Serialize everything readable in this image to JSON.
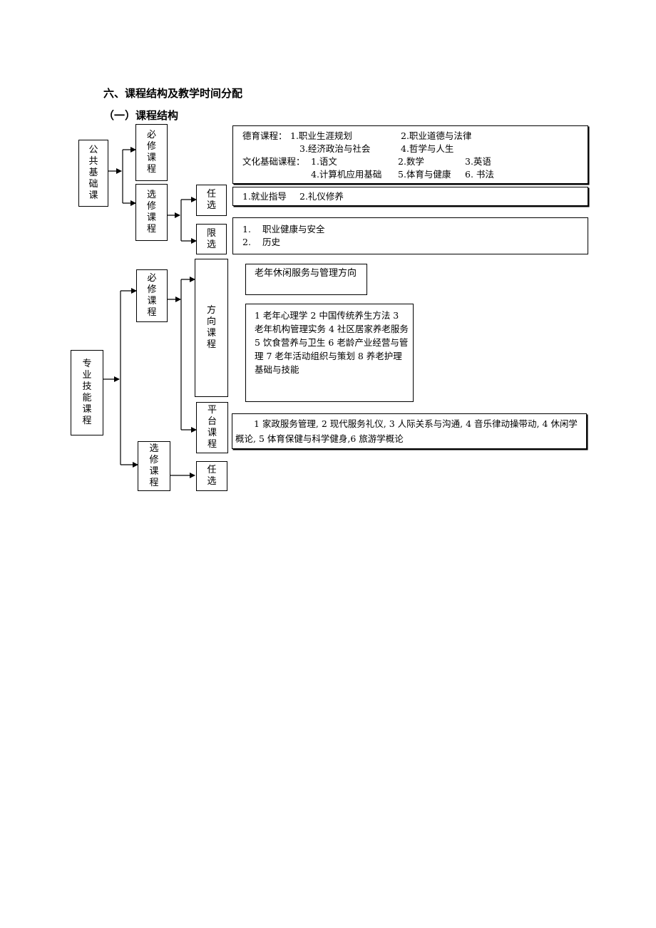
{
  "headings": {
    "section": "六、课程结构及教学时间分配",
    "subsection": "（一）课程结构"
  },
  "public_basic": {
    "root": [
      "公",
      "共",
      "基",
      "础",
      "课"
    ],
    "required": [
      "必",
      "修",
      "课",
      "程"
    ],
    "elective": [
      "选",
      "修",
      "课",
      "程"
    ],
    "free_choice": [
      "任",
      "选"
    ],
    "limited_choice": [
      "限",
      "选"
    ],
    "required_content": {
      "moral_label": "德育课程：",
      "moral_1": "1.职业生涯规划",
      "moral_2": "2.职业道德与法律",
      "moral_3": "3.经济政治与社会",
      "moral_4": "4.哲学与人生",
      "culture_label": "文化基础课程：",
      "culture_1": "1.语文",
      "culture_2": "2.数学",
      "culture_3": "3.英语",
      "culture_4": "4.计算机应用基础",
      "culture_5": "5.体育与健康",
      "culture_6": "6.  书法"
    },
    "free_content": {
      "item_1": "1.就业指导",
      "item_2": "2.礼仪修养"
    },
    "limited_content": {
      "n1": "1.",
      "item_1": "职业健康与安全",
      "n2": "2.",
      "item_2": "历史"
    }
  },
  "professional": {
    "root": [
      "专",
      "业",
      "技",
      "能",
      "课",
      "程"
    ],
    "required": [
      "必",
      "修",
      "课",
      "程"
    ],
    "elective": [
      "选",
      "修",
      "课",
      "程"
    ],
    "direction": [
      "方",
      "向",
      "课",
      "程"
    ],
    "platform": [
      "平",
      "台",
      "课",
      "程"
    ],
    "free_choice": [
      "任",
      "选"
    ],
    "direction_title": "老年休闲服务与管理方向",
    "direction_courses": "1 老年心理学 2 中国传统养生方法 3 老年机构管理实务 4 社区居家养老服务 5 饮食营养与卫生 6 老龄产业经营与管理 7 老年活动组织与策划 8 养老护理基础与技能",
    "platform_courses": "1 家政服务管理, 2 现代服务礼仪, 3 人际关系与沟通, 4 音乐律动操带动, 4 休闲学概论, 5 体育保健与科学健身,6 旅游学概论"
  }
}
